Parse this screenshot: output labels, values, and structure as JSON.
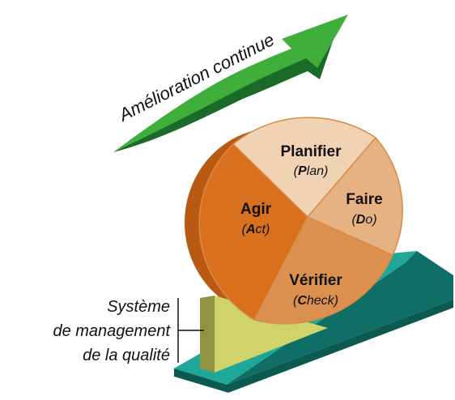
{
  "diagram": {
    "arrow_label": "Amélioration continue",
    "quadrants": {
      "plan": {
        "label": "Planifier",
        "sub_open": "(",
        "sub_first": "P",
        "sub_rest": "lan)"
      },
      "do": {
        "label": "Faire",
        "sub_open": "(",
        "sub_first": "D",
        "sub_rest": "o)"
      },
      "check": {
        "label": "Vérifier",
        "sub_open": "(",
        "sub_first": "C",
        "sub_rest": "heck)"
      },
      "act": {
        "label": "Agir",
        "sub_open": "(",
        "sub_first": "A",
        "sub_rest": "ct)"
      }
    },
    "qms_label": [
      "Système",
      "de management",
      "de la qualité"
    ]
  },
  "colors": {
    "arrow_light": "#3fae3a",
    "arrow_dark": "#1a6b2a",
    "plan_fill": "#f0d2b4",
    "do_fill": "#e7b282",
    "check_fill": "#dc9050",
    "act_fill": "#d8701e",
    "wheel_side": "#b85a14",
    "ramp_top": "#1fa89a",
    "ramp_side": "#0f6f66",
    "wedge_front": "#cfd36a",
    "wedge_side": "#8e9440"
  }
}
